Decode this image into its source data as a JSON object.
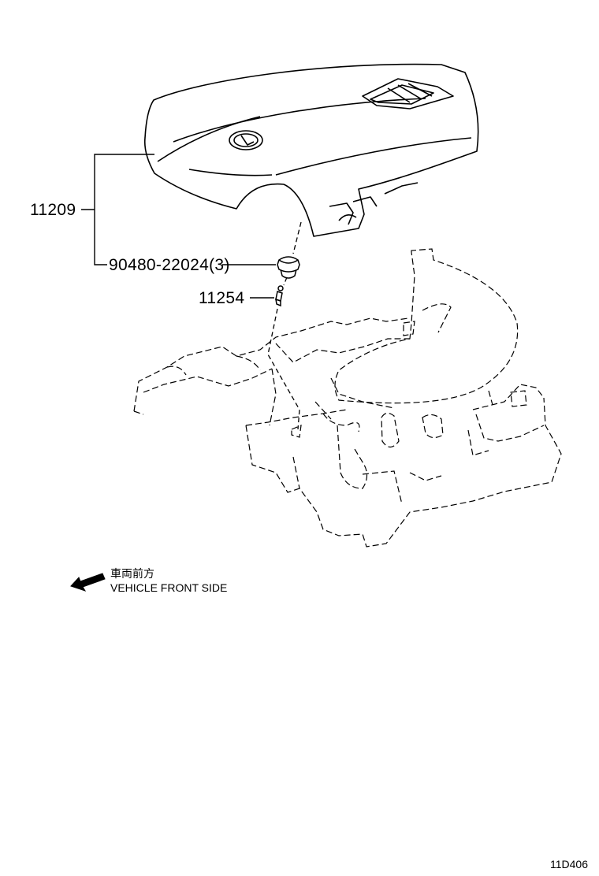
{
  "callouts": {
    "engine_cover": "11209",
    "cover_grommet": "90480-22024(3)",
    "cover_pin": "11254"
  },
  "direction": {
    "japanese": "車両前方",
    "english": "VEHICLE FRONT SIDE"
  },
  "figure_code": "11D406"
}
